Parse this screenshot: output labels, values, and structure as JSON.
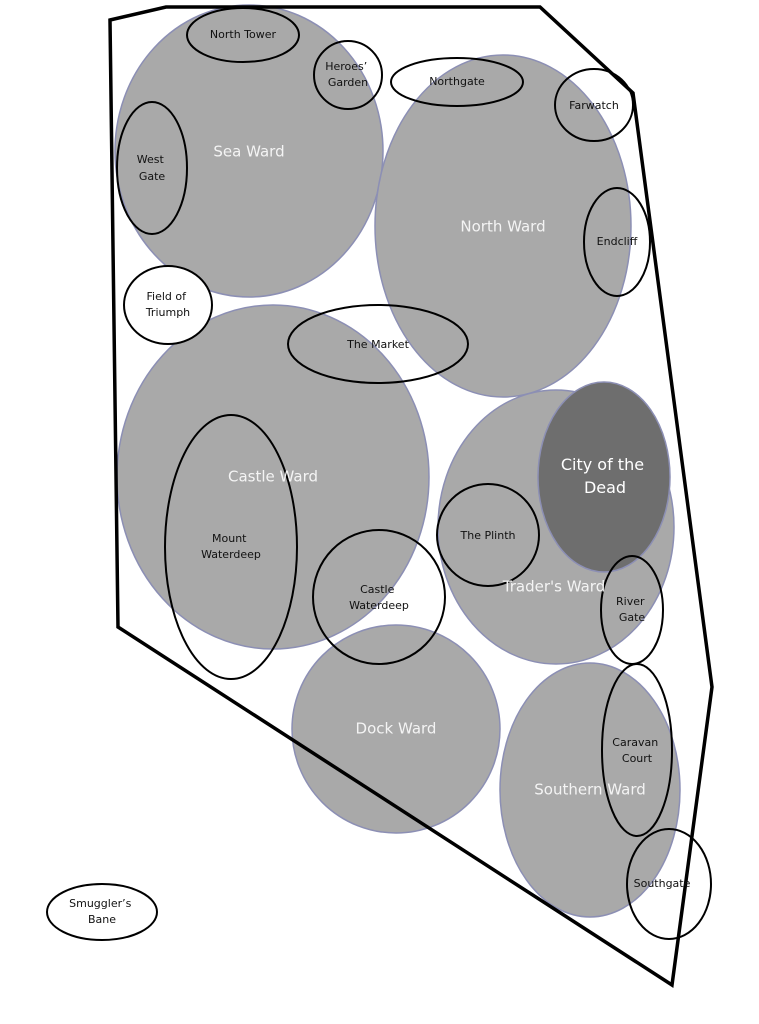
{
  "colors": {
    "ward_fill": "#a9a9a9",
    "ward_fill_dark": "#6e6e6e",
    "ward_stroke": "#8c8fb4",
    "landmark_stroke": "#000000",
    "boundary_stroke": "#000000"
  },
  "wards": {
    "sea_ward": "Sea Ward",
    "north_ward": "North Ward",
    "castle_ward": "Castle Ward",
    "traders_ward": "Trader's Ward",
    "dock_ward": "Dock Ward",
    "southern_ward": "Southern Ward",
    "city_of_the_dead": [
      "City of the",
      "Dead"
    ]
  },
  "landmarks": {
    "north_tower": [
      "North Tower"
    ],
    "heroes_garden": [
      "Heroes’",
      "Garden"
    ],
    "northgate": [
      "Northgate"
    ],
    "farwatch": [
      "Farwatch"
    ],
    "west_gate": [
      "West",
      "Gate"
    ],
    "endcliff": [
      "Endcliff"
    ],
    "field_of_triumph": [
      "Field of",
      "Triumph"
    ],
    "the_market": [
      "The Market"
    ],
    "mount_waterdeep": [
      "Mount",
      "Waterdeep"
    ],
    "the_plinth": [
      "The Plinth"
    ],
    "castle_waterdeep": [
      "Castle",
      "Waterdeep"
    ],
    "river_gate": [
      "River",
      "Gate"
    ],
    "caravan_court": [
      "Caravan",
      "Court"
    ],
    "southgate": [
      "Southgate"
    ],
    "smugglers_bane": [
      "Smuggler’s",
      "Bane"
    ]
  }
}
